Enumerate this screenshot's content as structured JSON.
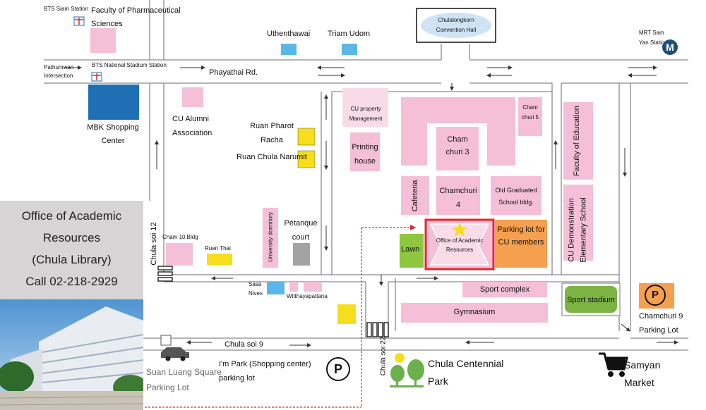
{
  "stations": {
    "bts_siam": "BTS Siam Station",
    "bts_national_stadium": "BTS National Stadium Station",
    "mrt_samyan": "MRT Sam Yan Station"
  },
  "intersection": "Pathumwan Intersection",
  "roads": {
    "phayathai": "Phayathai Rd.",
    "chula_soi_12": "Chula soi 12",
    "chula_soi_9": "Chula soi 9",
    "chula_soi_22": "Chula soi 22"
  },
  "buildings": {
    "pharma": "Faculty of Pharmaceutical Sciences",
    "convention": "Chulalongkorn Convention Hall",
    "uthenthawai": "Uthenthawai",
    "triam_udom": "Triam Udom",
    "mbk": "MBK Shopping Center",
    "alumni": "CU Alumni Association",
    "ruan_pharot": "Ruan Pharot Racha",
    "ruan_narumit": "Ruan Chula Narumit",
    "cu_property": "CU property Management",
    "printing": "Printing house",
    "chamchuri3": "Cham churi 3",
    "chamchuri5": "Cham churi 5",
    "education": "Faculty of Education",
    "cafeteria": "Cafeteria",
    "chamchuri4": "Chamchuri 4",
    "old_graduated": "Old Graduated School bldg.",
    "demo_school": "CU Demonstration Elementary School",
    "dormitory": "University dormitory",
    "petanque": "Pétanque court",
    "lawn": "Lawn",
    "office": "Office of Academic Resources",
    "parking_members": "Parking lot for CU members",
    "cham10": "Cham 10 Bldg",
    "ruen_thai": "Ruen Thai",
    "sasa_nives": "Sasa Nives",
    "witthayapattana": "Witthayapattana",
    "sport_complex": "Sport complex",
    "gymnasium": "Gymnasium",
    "sport_stadium": "Sport stadium",
    "chamchuri9_parking": "Chamchuri 9 Parking Lot",
    "suan_luang": "Suan Luang Square Parking Lot",
    "im_park": "I'm Park (Shopping center) parking lot",
    "centennial": "Chula Centennial Park",
    "samyan_market": "Samyan Market"
  },
  "info_panel": {
    "line1": "Office of Academic",
    "line2": "Resources",
    "line3": "(Chula Library)",
    "line4": "Call 02-218-2929"
  },
  "parking_symbol": "P",
  "mrt_symbol": "M",
  "colors": {
    "building_pink": "#f4bfd7",
    "highlight_red": "#e8262a",
    "parking_orange": "#f5a04f",
    "lawn_green": "#8dc63f",
    "stadium_green": "#7cb342",
    "school_blue": "#5bb7e5",
    "mbk_blue": "#1f6fb4",
    "dorm_yellow": "#f7de1c",
    "route_red": "#d32f2f",
    "road_line": "#7a7a7a"
  },
  "icons": [
    "bts-icon",
    "mrt-icon",
    "car-icon",
    "shopping-cart-icon",
    "tree-icon",
    "star-icon",
    "gate-icon",
    "parking-icon"
  ]
}
